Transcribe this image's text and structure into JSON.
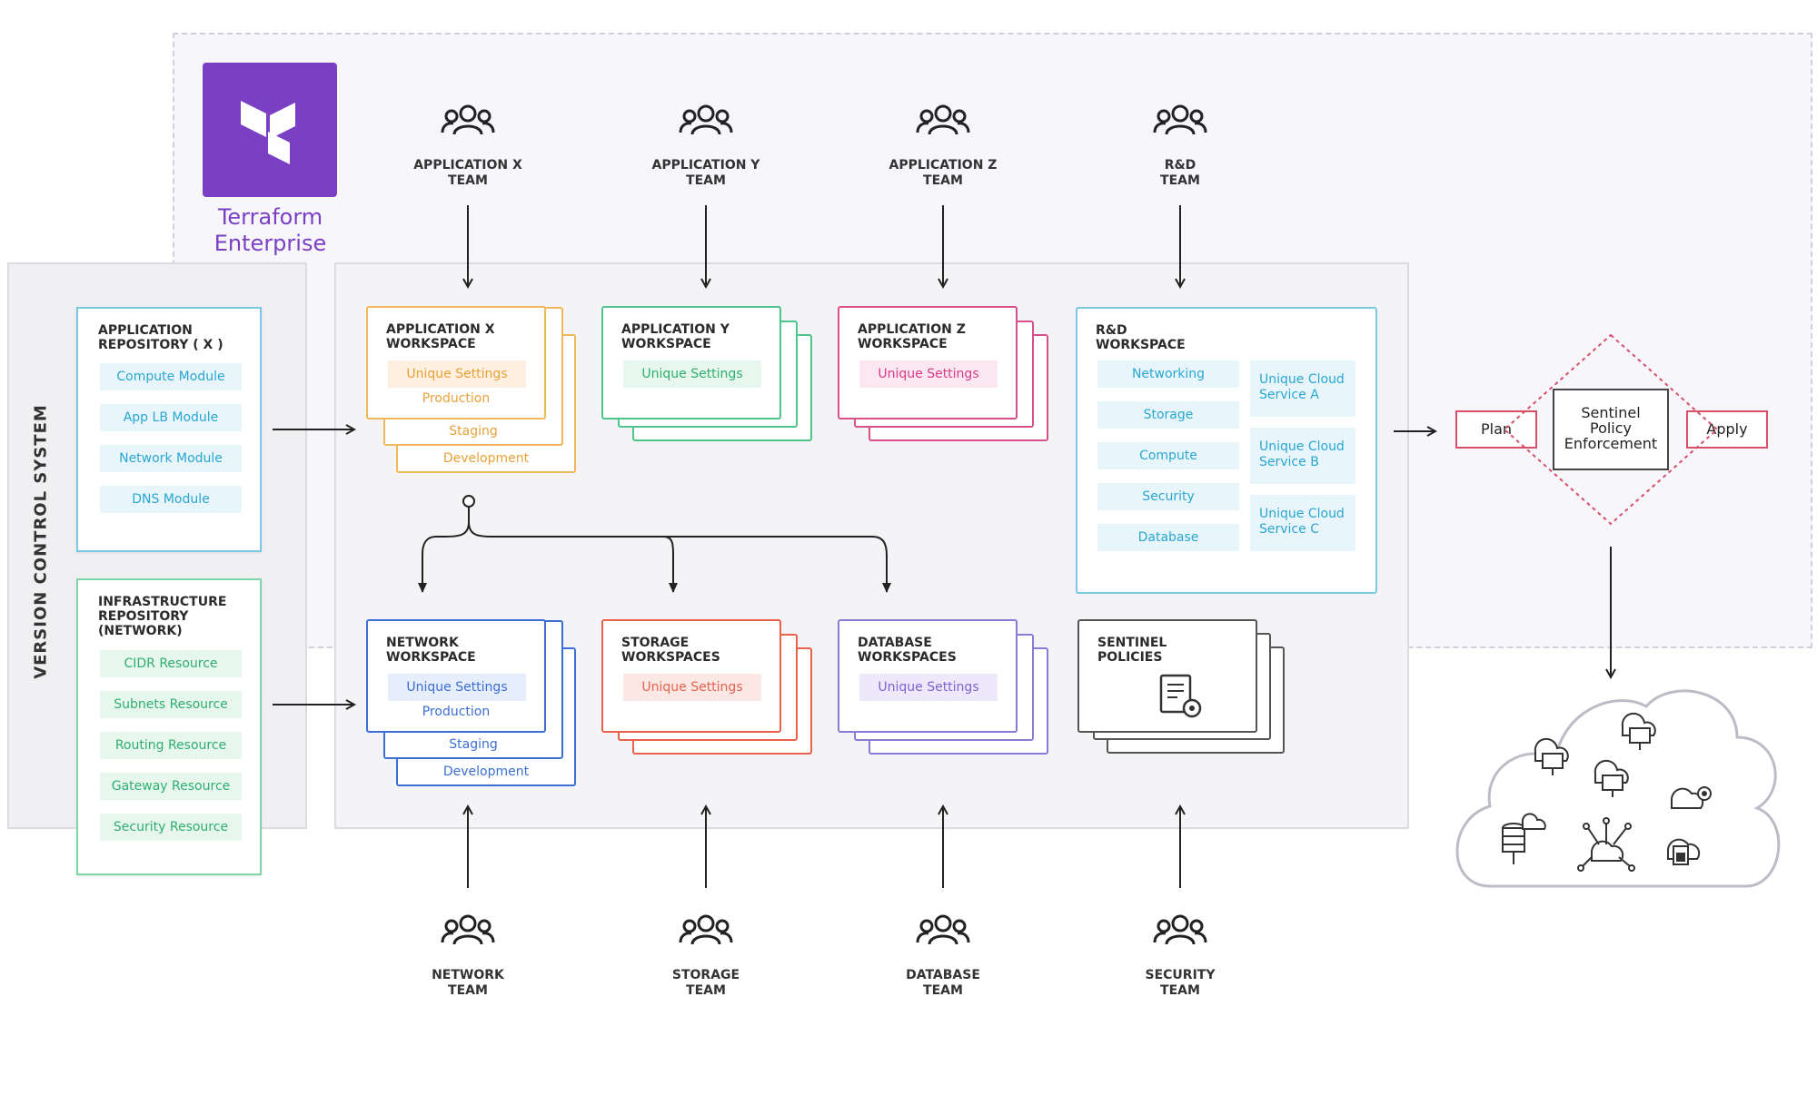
{
  "product": {
    "name_line1": "Terraform",
    "name_line2": "Enterprise"
  },
  "vcs": {
    "title": "VERSION CONTROL SYSTEM",
    "app_repo": {
      "title_line1": "APPLICATION",
      "title_line2": "REPOSITORY ( X )",
      "modules": [
        "Compute Module",
        "App LB Module",
        "Network Module",
        "DNS Module"
      ]
    },
    "infra_repo": {
      "title_line1": "INFRASTRUCTURE",
      "title_line2": "REPOSITORY",
      "title_line3": "(NETWORK)",
      "resources": [
        "CIDR Resource",
        "Subnets Resource",
        "Routing Resource",
        "Gateway Resource",
        "Security Resource"
      ]
    }
  },
  "top_teams": [
    {
      "line1": "APPLICATION X",
      "line2": "TEAM"
    },
    {
      "line1": "APPLICATION Y",
      "line2": "TEAM"
    },
    {
      "line1": "APPLICATION Z",
      "line2": "TEAM"
    },
    {
      "line1": "R&D",
      "line2": "TEAM"
    }
  ],
  "bottom_teams": [
    {
      "line1": "NETWORK",
      "line2": "TEAM"
    },
    {
      "line1": "STORAGE",
      "line2": "TEAM"
    },
    {
      "line1": "DATABASE",
      "line2": "TEAM"
    },
    {
      "line1": "SECURITY",
      "line2": "TEAM"
    }
  ],
  "workspaces": {
    "app_x": {
      "line1": "APPLICATION X",
      "line2": "WORKSPACE",
      "settings": "Unique Settings",
      "layer1": "Production",
      "layer2": "Staging",
      "layer3": "Development"
    },
    "app_y": {
      "line1": "APPLICATION Y",
      "line2": "WORKSPACE",
      "settings": "Unique Settings"
    },
    "app_z": {
      "line1": "APPLICATION Z",
      "line2": "WORKSPACE",
      "settings": "Unique Settings"
    },
    "rnd": {
      "line1": "R&D",
      "line2": "WORKSPACE",
      "items": [
        "Networking",
        "Storage",
        "Compute",
        "Security",
        "Database"
      ],
      "cloud_services": [
        {
          "line1": "Unique Cloud",
          "line2": "Service A"
        },
        {
          "line1": "Unique Cloud",
          "line2": "Service B"
        },
        {
          "line1": "Unique Cloud",
          "line2": "Service C"
        }
      ]
    },
    "network": {
      "line1": "NETWORK",
      "line2": "WORKSPACE",
      "settings": "Unique Settings",
      "layer1": "Production",
      "layer2": "Staging",
      "layer3": "Development"
    },
    "storage": {
      "line1": "STORAGE",
      "line2": "WORKSPACES",
      "settings": "Unique Settings"
    },
    "database": {
      "line1": "DATABASE",
      "line2": "WORKSPACES",
      "settings": "Unique Settings"
    },
    "sentinel": {
      "line1": "SENTINEL",
      "line2": "POLICIES"
    }
  },
  "pipeline": {
    "plan": "Plan",
    "sentinel_line1": "Sentinel",
    "sentinel_line2": "Policy",
    "sentinel_line3": "Enforcement",
    "apply": "Apply"
  },
  "colors": {
    "terraform_purple": "#7b3fc4",
    "app_x": "#f0b85a",
    "app_y": "#4ec48a",
    "app_z": "#d94f8c",
    "rnd": "#3aaed8",
    "network": "#3b6fd3",
    "storage": "#e8614c",
    "database": "#8a7bd6",
    "sentinel": "#555555",
    "policy_diamond": "#d94f6a"
  }
}
